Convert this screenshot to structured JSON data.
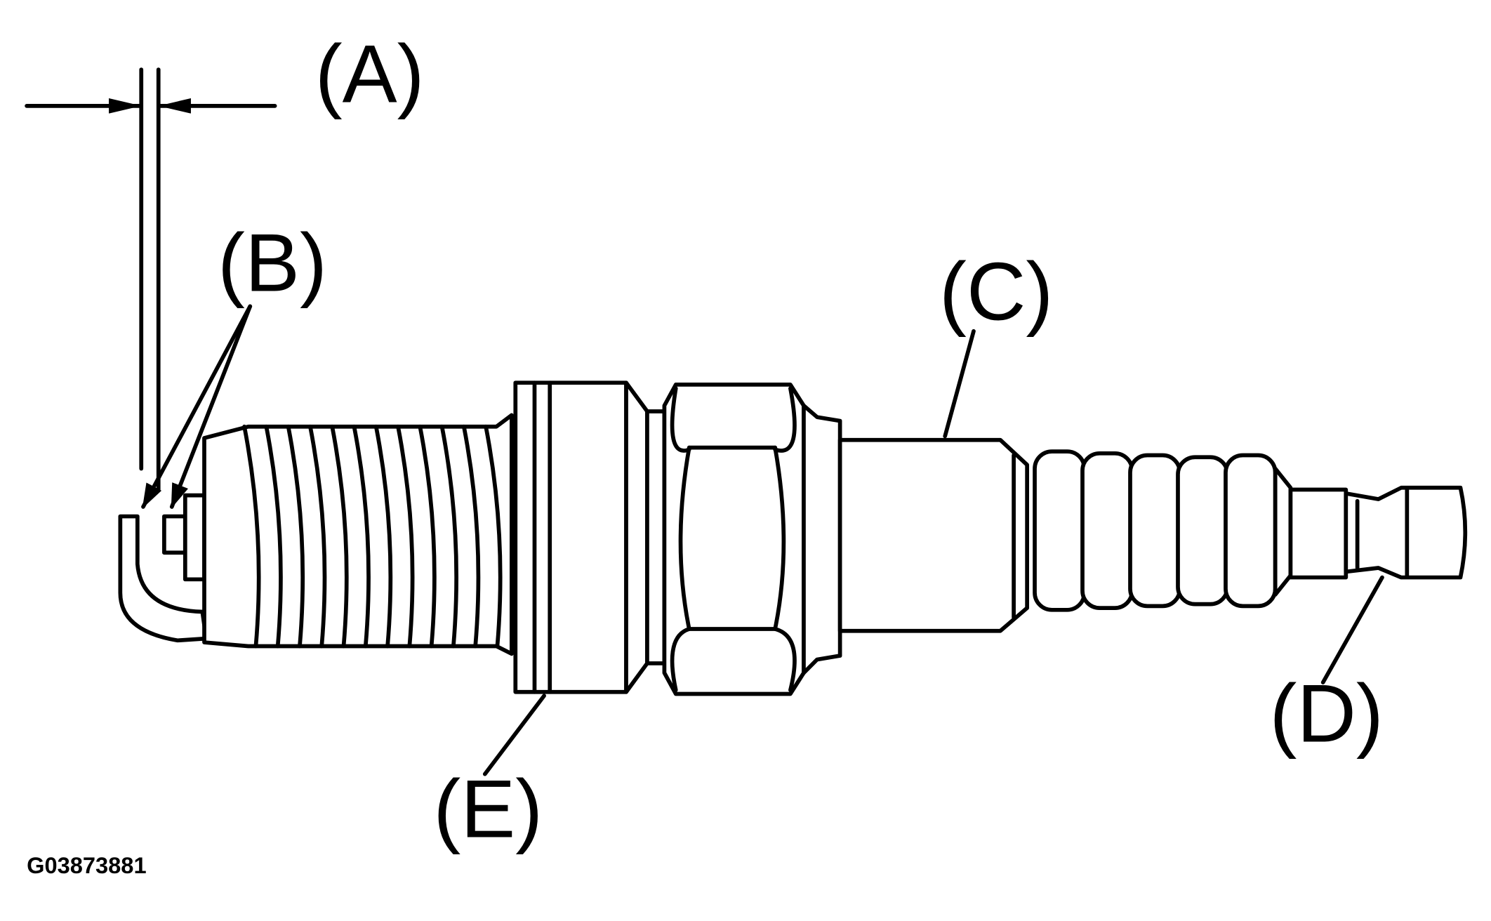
{
  "labels": {
    "a": "(A)",
    "b": "(B)",
    "c": "(C)",
    "d": "(D)",
    "e": "(E)"
  },
  "figure_id": "G03873881",
  "colors": {
    "line": "#000000",
    "background": "#ffffff"
  }
}
